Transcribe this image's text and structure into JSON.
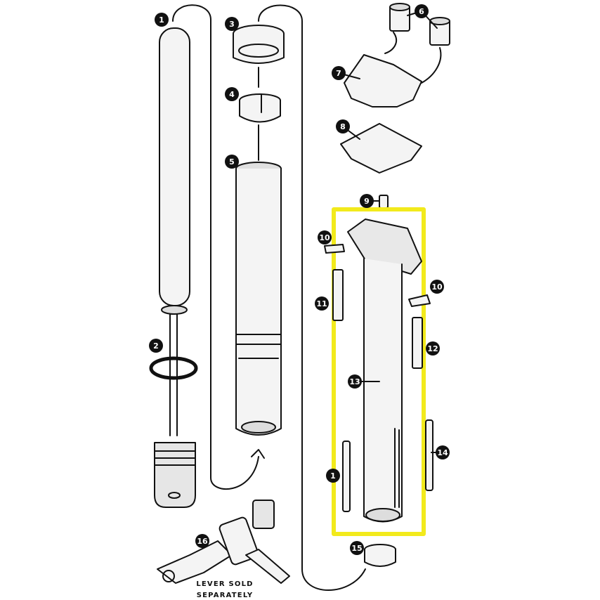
{
  "callouts": [
    {
      "id": "1"
    },
    {
      "id": "2"
    },
    {
      "id": "3"
    },
    {
      "id": "4"
    },
    {
      "id": "5"
    },
    {
      "id": "6"
    },
    {
      "id": "7"
    },
    {
      "id": "8"
    },
    {
      "id": "9"
    },
    {
      "id": "10"
    },
    {
      "id": "10"
    },
    {
      "id": "11"
    },
    {
      "id": "12"
    },
    {
      "id": "13"
    },
    {
      "id": "14"
    },
    {
      "id": "1"
    },
    {
      "id": "15"
    },
    {
      "id": "16"
    }
  ],
  "caption": {
    "line1": "LEVER SOLD",
    "line2": "SEPARATELY"
  },
  "colors": {
    "highlight": "#f2ea1c",
    "ink": "#111111",
    "fill_light": "#f4f4f4",
    "fill_mid": "#dcdcdc"
  }
}
